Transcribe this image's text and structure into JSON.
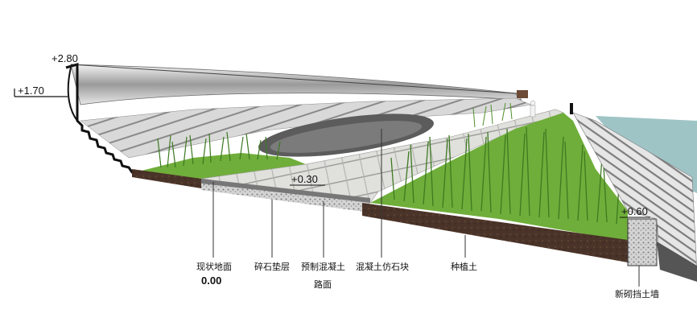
{
  "elevations": {
    "top_wall": "+2.80",
    "left_ground": "+1.70",
    "path": "+0.30",
    "right_wall": "+0.60"
  },
  "labels": {
    "existing_ground": "现状地面",
    "existing_ground_value": "0.00",
    "gravel_layer": "碎石垫层",
    "precast_concrete": "预制混凝土",
    "pavement": "路面",
    "imitation_stone": "混凝土仿石块",
    "planting_soil": "种植土",
    "new_retaining_wall": "新砌挡土墙"
  },
  "colors": {
    "grass_bright": "#6fae3a",
    "grass_dark": "#3d7a22",
    "soil": "#4a3328",
    "paving": "#d6d6d2",
    "water": "#9fc4c6",
    "gravel": "#cfcfcf",
    "wall_dark": "#2b2b2b"
  }
}
